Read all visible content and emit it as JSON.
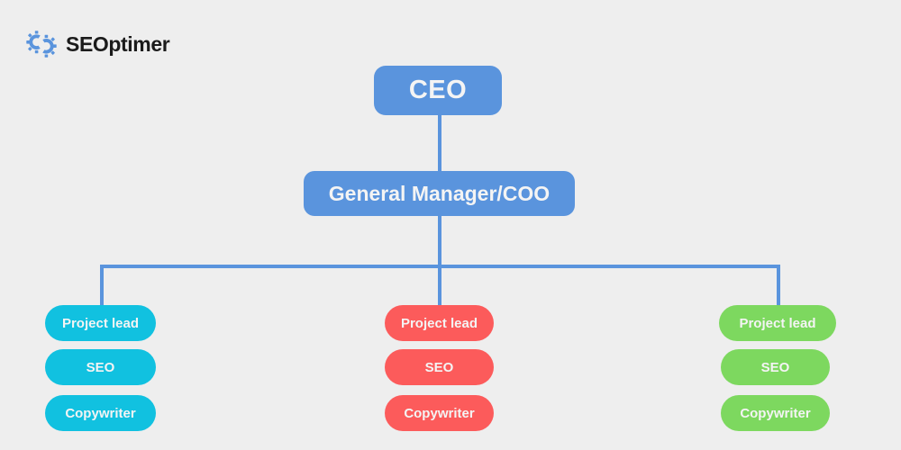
{
  "page": {
    "background_color": "#eeeeee",
    "title": "Organizational Chart"
  },
  "logo": {
    "name": "SEOptimer",
    "wordmark": "SEOptimer",
    "icon_name": "seoptimer-gears-icon",
    "mark_color": "#5a94dd",
    "text_color": "#1b1b1b"
  },
  "chart_data": {
    "type": "diagram",
    "diagram_type": "org-chart",
    "colors": {
      "top_level": "#5a94dd",
      "connector": "#5a94dd",
      "team_1": "#11c1e0",
      "team_2": "#fc5b5b",
      "team_3": "#7dd85f",
      "label_text": "#f4f4f4"
    },
    "nodes": [
      {
        "id": "ceo",
        "label": "CEO",
        "level": 0,
        "color": "#5a94dd"
      },
      {
        "id": "gm",
        "label": "General Manager/COO",
        "level": 1,
        "color": "#5a94dd"
      },
      {
        "id": "team1-lead",
        "label": "Project lead",
        "level": 2,
        "team": 1,
        "color": "#11c1e0"
      },
      {
        "id": "team1-seo",
        "label": "SEO",
        "level": 3,
        "team": 1,
        "color": "#11c1e0"
      },
      {
        "id": "team1-copy",
        "label": "Copywriter",
        "level": 4,
        "team": 1,
        "color": "#11c1e0"
      },
      {
        "id": "team2-lead",
        "label": "Project lead",
        "level": 2,
        "team": 2,
        "color": "#fc5b5b"
      },
      {
        "id": "team2-seo",
        "label": "SEO",
        "level": 3,
        "team": 2,
        "color": "#fc5b5b"
      },
      {
        "id": "team2-copy",
        "label": "Copywriter",
        "level": 4,
        "team": 2,
        "color": "#fc5b5b"
      },
      {
        "id": "team3-lead",
        "label": "Project lead",
        "level": 2,
        "team": 3,
        "color": "#7dd85f"
      },
      {
        "id": "team3-seo",
        "label": "SEO",
        "level": 3,
        "team": 3,
        "color": "#7dd85f"
      },
      {
        "id": "team3-copy",
        "label": "Copywriter",
        "level": 4,
        "team": 3,
        "color": "#7dd85f"
      }
    ],
    "edges": [
      {
        "from": "ceo",
        "to": "gm"
      },
      {
        "from": "gm",
        "to": "team1-lead"
      },
      {
        "from": "gm",
        "to": "team2-lead"
      },
      {
        "from": "gm",
        "to": "team3-lead"
      }
    ]
  },
  "chart": {
    "ceo": {
      "label": "CEO"
    },
    "gm": {
      "label": "General Manager/COO"
    },
    "teams": [
      {
        "color": "#11c1e0",
        "roles": [
          {
            "label": "Project lead"
          },
          {
            "label": "SEO"
          },
          {
            "label": "Copywriter"
          }
        ]
      },
      {
        "color": "#fc5b5b",
        "roles": [
          {
            "label": "Project lead"
          },
          {
            "label": "SEO"
          },
          {
            "label": "Copywriter"
          }
        ]
      },
      {
        "color": "#7dd85f",
        "roles": [
          {
            "label": "Project lead"
          },
          {
            "label": "SEO"
          },
          {
            "label": "Copywriter"
          }
        ]
      }
    ]
  }
}
